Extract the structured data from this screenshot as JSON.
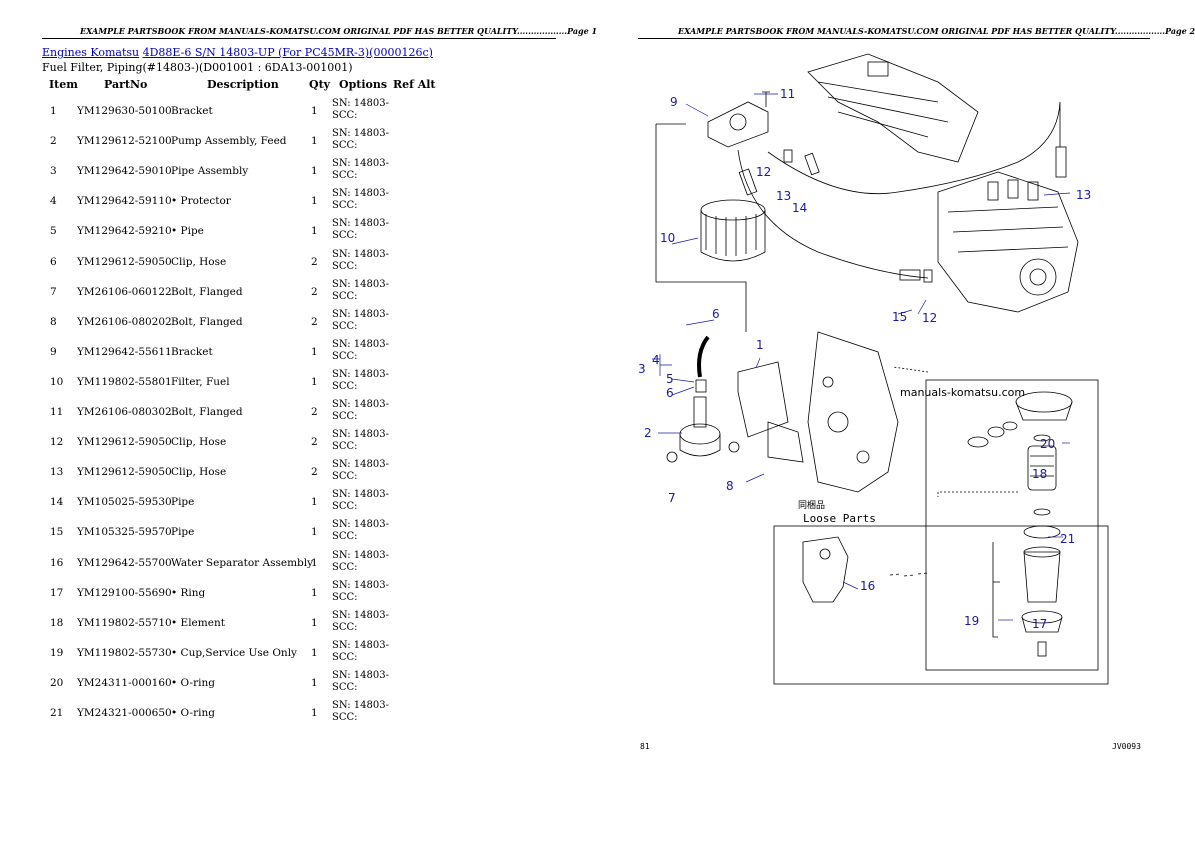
{
  "header": {
    "left": "EXAMPLE PARTSBOOK FROM MANUALS-KOMATSU.COM ORIGINAL PDF HAS BETTER QUALITY..................Page 1",
    "right": "EXAMPLE PARTSBOOK FROM MANUALS-KOMATSU.COM ORIGINAL PDF HAS BETTER QUALITY..................Page 2"
  },
  "breadcrumb": {
    "link1": "Engines Komatsu",
    "link2": "4D88E-6 S/N 14803-UP (For PC45MR-3)(0000126c)"
  },
  "subtitle": "Fuel Filter, Piping(#14803-)(D001001 : 6DA13-001001)",
  "columns": {
    "item": "Item",
    "partno": "PartNo",
    "description": "Description",
    "qty": "Qty",
    "options": "Options",
    "refalt": "Ref Alt"
  },
  "rows": [
    {
      "item": "1",
      "partno": "YM129630-50100",
      "description": "Bracket",
      "qty": "1",
      "options": "SN: 14803-SCC:"
    },
    {
      "item": "2",
      "partno": "YM129612-52100",
      "description": "Pump Assembly, Feed",
      "qty": "1",
      "options": "SN: 14803-SCC:"
    },
    {
      "item": "3",
      "partno": "YM129642-59010",
      "description": "Pipe Assembly",
      "qty": "1",
      "options": "SN: 14803-SCC:"
    },
    {
      "item": "4",
      "partno": "YM129642-59110",
      "description": "• Protector",
      "qty": "1",
      "options": "SN: 14803-SCC:"
    },
    {
      "item": "5",
      "partno": "YM129642-59210",
      "description": "• Pipe",
      "qty": "1",
      "options": "SN: 14803-SCC:"
    },
    {
      "item": "6",
      "partno": "YM129612-59050",
      "description": "Clip, Hose",
      "qty": "2",
      "options": "SN: 14803-SCC:"
    },
    {
      "item": "7",
      "partno": "YM26106-060122",
      "description": "Bolt, Flanged",
      "qty": "2",
      "options": "SN: 14803-SCC:"
    },
    {
      "item": "8",
      "partno": "YM26106-080202",
      "description": "Bolt, Flanged",
      "qty": "2",
      "options": "SN: 14803-SCC:"
    },
    {
      "item": "9",
      "partno": "YM129642-55611",
      "description": "Bracket",
      "qty": "1",
      "options": "SN: 14803-SCC:"
    },
    {
      "item": "10",
      "partno": "YM119802-55801",
      "description": "Filter, Fuel",
      "qty": "1",
      "options": "SN: 14803-SCC:"
    },
    {
      "item": "11",
      "partno": "YM26106-080302",
      "description": "Bolt, Flanged",
      "qty": "2",
      "options": "SN: 14803-SCC:"
    },
    {
      "item": "12",
      "partno": "YM129612-59050",
      "description": "Clip, Hose",
      "qty": "2",
      "options": "SN: 14803-SCC:"
    },
    {
      "item": "13",
      "partno": "YM129612-59050",
      "description": "Clip, Hose",
      "qty": "2",
      "options": "SN: 14803-SCC:"
    },
    {
      "item": "14",
      "partno": "YM105025-59530",
      "description": "Pipe",
      "qty": "1",
      "options": "SN: 14803-SCC:"
    },
    {
      "item": "15",
      "partno": "YM105325-59570",
      "description": "Pipe",
      "qty": "1",
      "options": "SN: 14803-SCC:"
    },
    {
      "item": "16",
      "partno": "YM129642-55700",
      "description": "Water Separator Assembly",
      "qty": "1",
      "options": "SN: 14803-SCC:"
    },
    {
      "item": "17",
      "partno": "YM129100-55690",
      "description": "• Ring",
      "qty": "1",
      "options": "SN: 14803-SCC:"
    },
    {
      "item": "18",
      "partno": "YM119802-55710",
      "description": "• Element",
      "qty": "1",
      "options": "SN: 14803-SCC:"
    },
    {
      "item": "19",
      "partno": "YM119802-55730",
      "description": "• Cup,Service Use Only",
      "qty": "1",
      "options": "SN: 14803-SCC:"
    },
    {
      "item": "20",
      "partno": "YM24311-000160",
      "description": "• O-ring",
      "qty": "1",
      "options": "SN: 14803-SCC:"
    },
    {
      "item": "21",
      "partno": "YM24321-000650",
      "description": "• O-ring",
      "qty": "1",
      "options": "SN: 14803-SCC:"
    }
  ],
  "diagram": {
    "watermark": "manuals-komatsu.com",
    "loose_jp": "同梱品",
    "loose_en": "Loose Parts",
    "callouts": [
      "1",
      "2",
      "3",
      "4",
      "5",
      "6",
      "6",
      "7",
      "8",
      "9",
      "10",
      "11",
      "12",
      "12",
      "13",
      "13",
      "14",
      "15",
      "16",
      "17",
      "18",
      "19",
      "20",
      "21"
    ]
  },
  "footer": {
    "left": "81",
    "right": "JV0093"
  }
}
